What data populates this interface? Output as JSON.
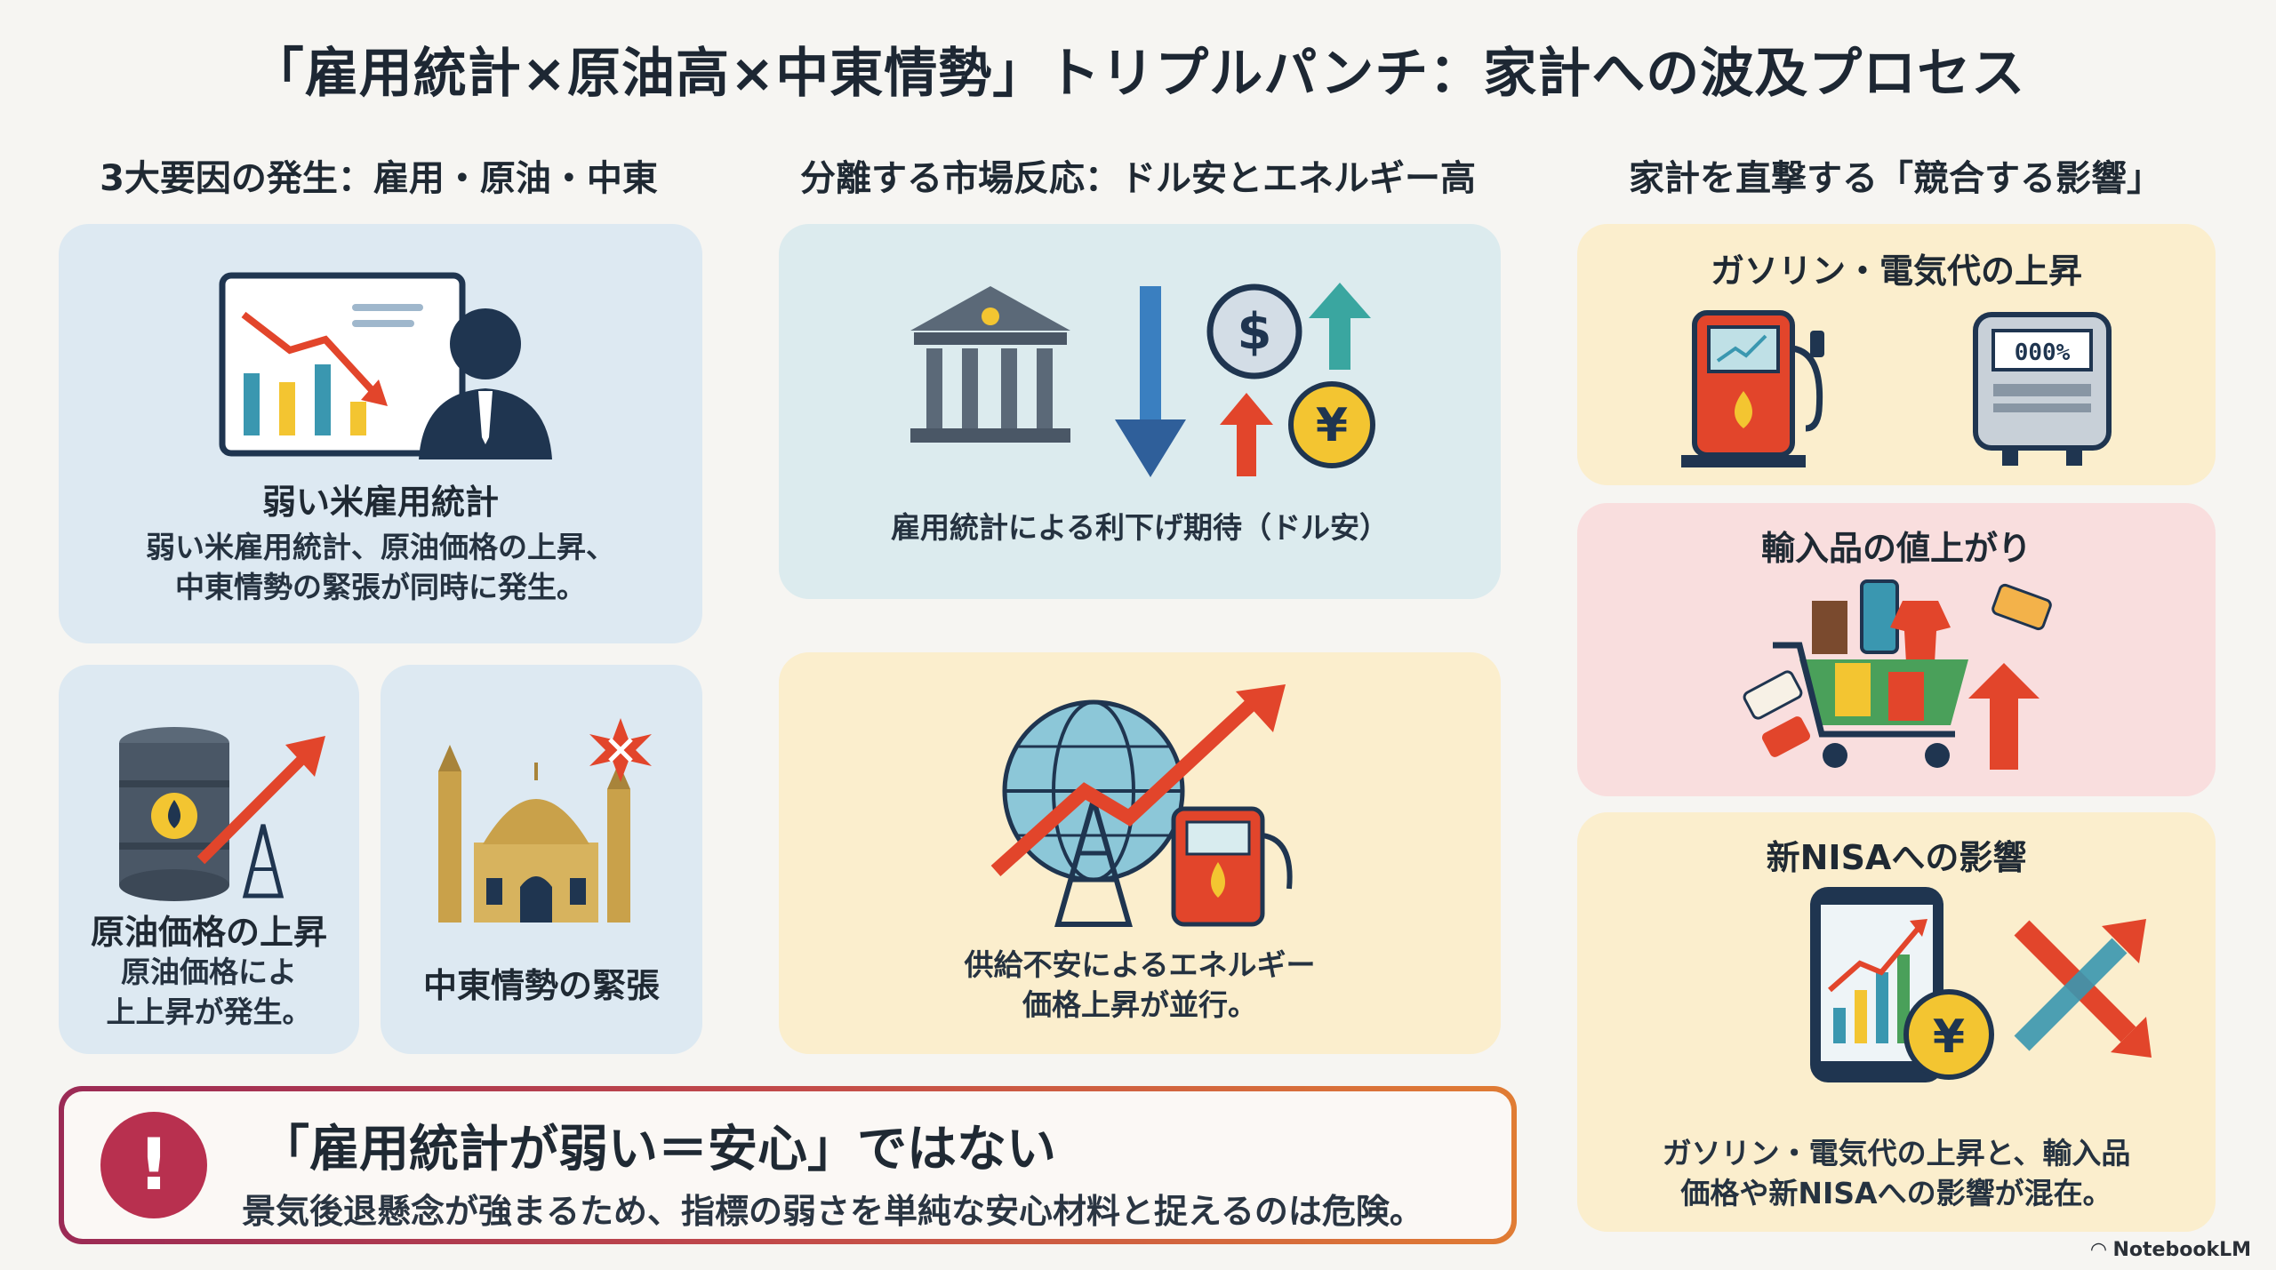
{
  "title": "「雇用統計×原油高×中東情勢」トリプルパンチ：家計への波及プロセス",
  "columns": {
    "left": {
      "heading": "3大要因の発生：雇用・原油・中東",
      "employment": {
        "title": "弱い米雇用統計",
        "text_lines": [
          "弱い米雇用統計、原油価格の上昇、",
          "中東情勢の緊張が同時に発生。"
        ]
      },
      "oil": {
        "title": "原油価格の上昇",
        "text_lines": [
          "原油価格によ",
          "上上昇が発生。"
        ]
      },
      "mideast": {
        "title": "中東情勢の緊張"
      }
    },
    "middle": {
      "heading": "分離する市場反応：ドル安とエネルギー高",
      "rates": {
        "text": "雇用統計による利下げ期待（ドル安）",
        "dollar_symbol": "$",
        "yen_symbol": "¥"
      },
      "energy": {
        "text_lines": [
          "供給不安によるエネルギー",
          "価格上昇が並行。"
        ]
      }
    },
    "right": {
      "heading": "家計を直撃する「競合する影響」",
      "utilities": {
        "title": "ガソリン・電気代の上昇",
        "meter_display": "000%"
      },
      "imports": {
        "title": "輸入品の値上がり"
      },
      "nisa": {
        "title": "新NISAへの影響",
        "text_lines": [
          "ガソリン・電気代の上昇と、輸入品",
          "価格や新NISAへの影響が混在。"
        ],
        "yen_symbol": "¥"
      }
    }
  },
  "warning": {
    "icon_symbol": "!",
    "title": "「雇用統計が弱い＝安心」ではない",
    "text": "景気後退懸念が強まるため、指標の弱さを単純な安心材料と捉えるのは危険。"
  },
  "branding": {
    "logo_text": "NotebookLM"
  },
  "colors": {
    "accent_red": "#e2452b",
    "navy": "#1f3550",
    "teal": "#3a97b0",
    "gold": "#f3c531"
  }
}
